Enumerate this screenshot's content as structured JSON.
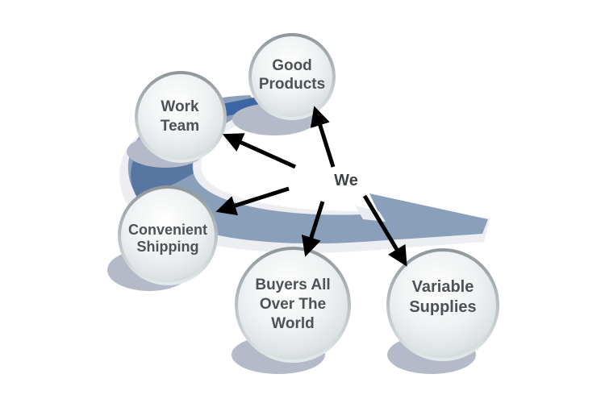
{
  "diagram": {
    "center": {
      "label": "We"
    },
    "nodes": [
      {
        "id": "good-products",
        "lines": [
          "Good",
          "Products"
        ]
      },
      {
        "id": "work-team",
        "lines": [
          "Work",
          "Team"
        ]
      },
      {
        "id": "convenient-shipping",
        "lines": [
          "Convenient",
          "Shipping"
        ]
      },
      {
        "id": "buyers-all-over-the-world",
        "lines": [
          "Buyers All",
          "Over The",
          "World"
        ]
      },
      {
        "id": "variable-supplies",
        "lines": [
          "Variable",
          "Supplies"
        ]
      }
    ],
    "edges": [
      {
        "from": "center",
        "to": "good-products"
      },
      {
        "from": "center",
        "to": "work-team"
      },
      {
        "from": "center",
        "to": "convenient-shipping"
      },
      {
        "from": "center",
        "to": "buyers-all-over-the-world"
      },
      {
        "from": "center",
        "to": "variable-supplies"
      }
    ],
    "colors": {
      "ribbon": "#8a9fba",
      "ribbon_dark": "#4d6e9c",
      "ribbon_accent": "#3b65a3",
      "shadow": "#b5bac9",
      "bubble_fill": "#eef1f2",
      "bubble_rim": "#a9b0b3",
      "text": "#4e5254",
      "arrow": "#000000"
    }
  }
}
